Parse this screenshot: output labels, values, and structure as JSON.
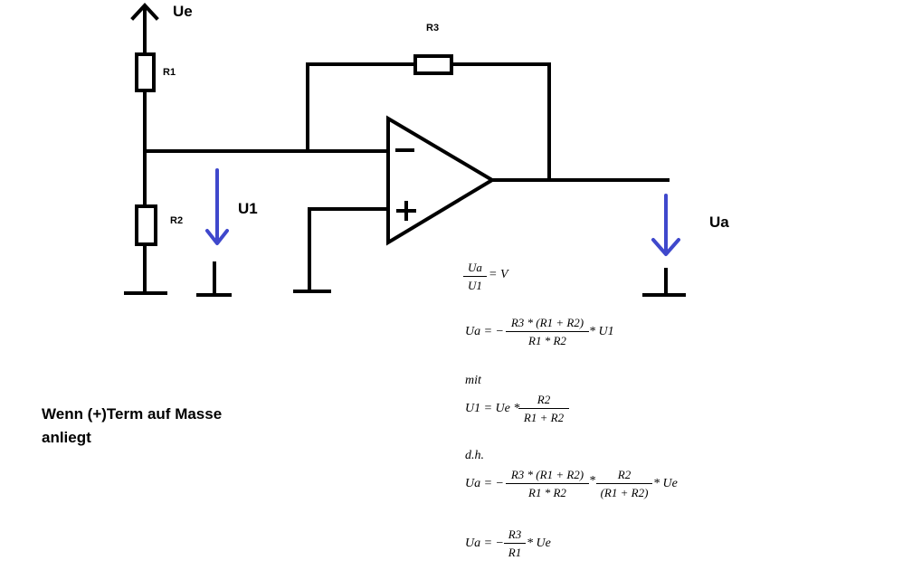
{
  "labels": {
    "ue": "Ue",
    "r1": "R1",
    "r2": "R2",
    "r3": "R3",
    "u1": "U1",
    "ua": "Ua",
    "note_line1": "Wenn (+)Term auf Masse",
    "note_line2": "anliegt"
  },
  "opamp": {
    "minus_sign": "−",
    "plus_sign": "+"
  },
  "formulas": {
    "f1": {
      "num": "Ua",
      "den": "U1",
      "rhs": "= V"
    },
    "f2": {
      "lhs": "Ua = −",
      "num": "R3 * (R1 + R2)",
      "den": "R1 * R2",
      "rhs": "* U1"
    },
    "mit": "mit",
    "f3": {
      "lhs": "U1 = Ue *",
      "num": "R2",
      "den": "R1 + R2"
    },
    "dh": "d.h.",
    "f4": {
      "lhs": "Ua = −",
      "num1": "R3 * (R1 + R2)",
      "den1": "R1 * R2",
      "mid": "*",
      "num2": "R2",
      "den2": "(R1 + R2)",
      "rhs": "* Ue"
    },
    "f5": {
      "lhs": "Ua = −",
      "num": "R3",
      "den": "R1",
      "rhs": "* Ue"
    }
  },
  "colors": {
    "wire": "#000000",
    "arrow": "#3f48cc"
  }
}
